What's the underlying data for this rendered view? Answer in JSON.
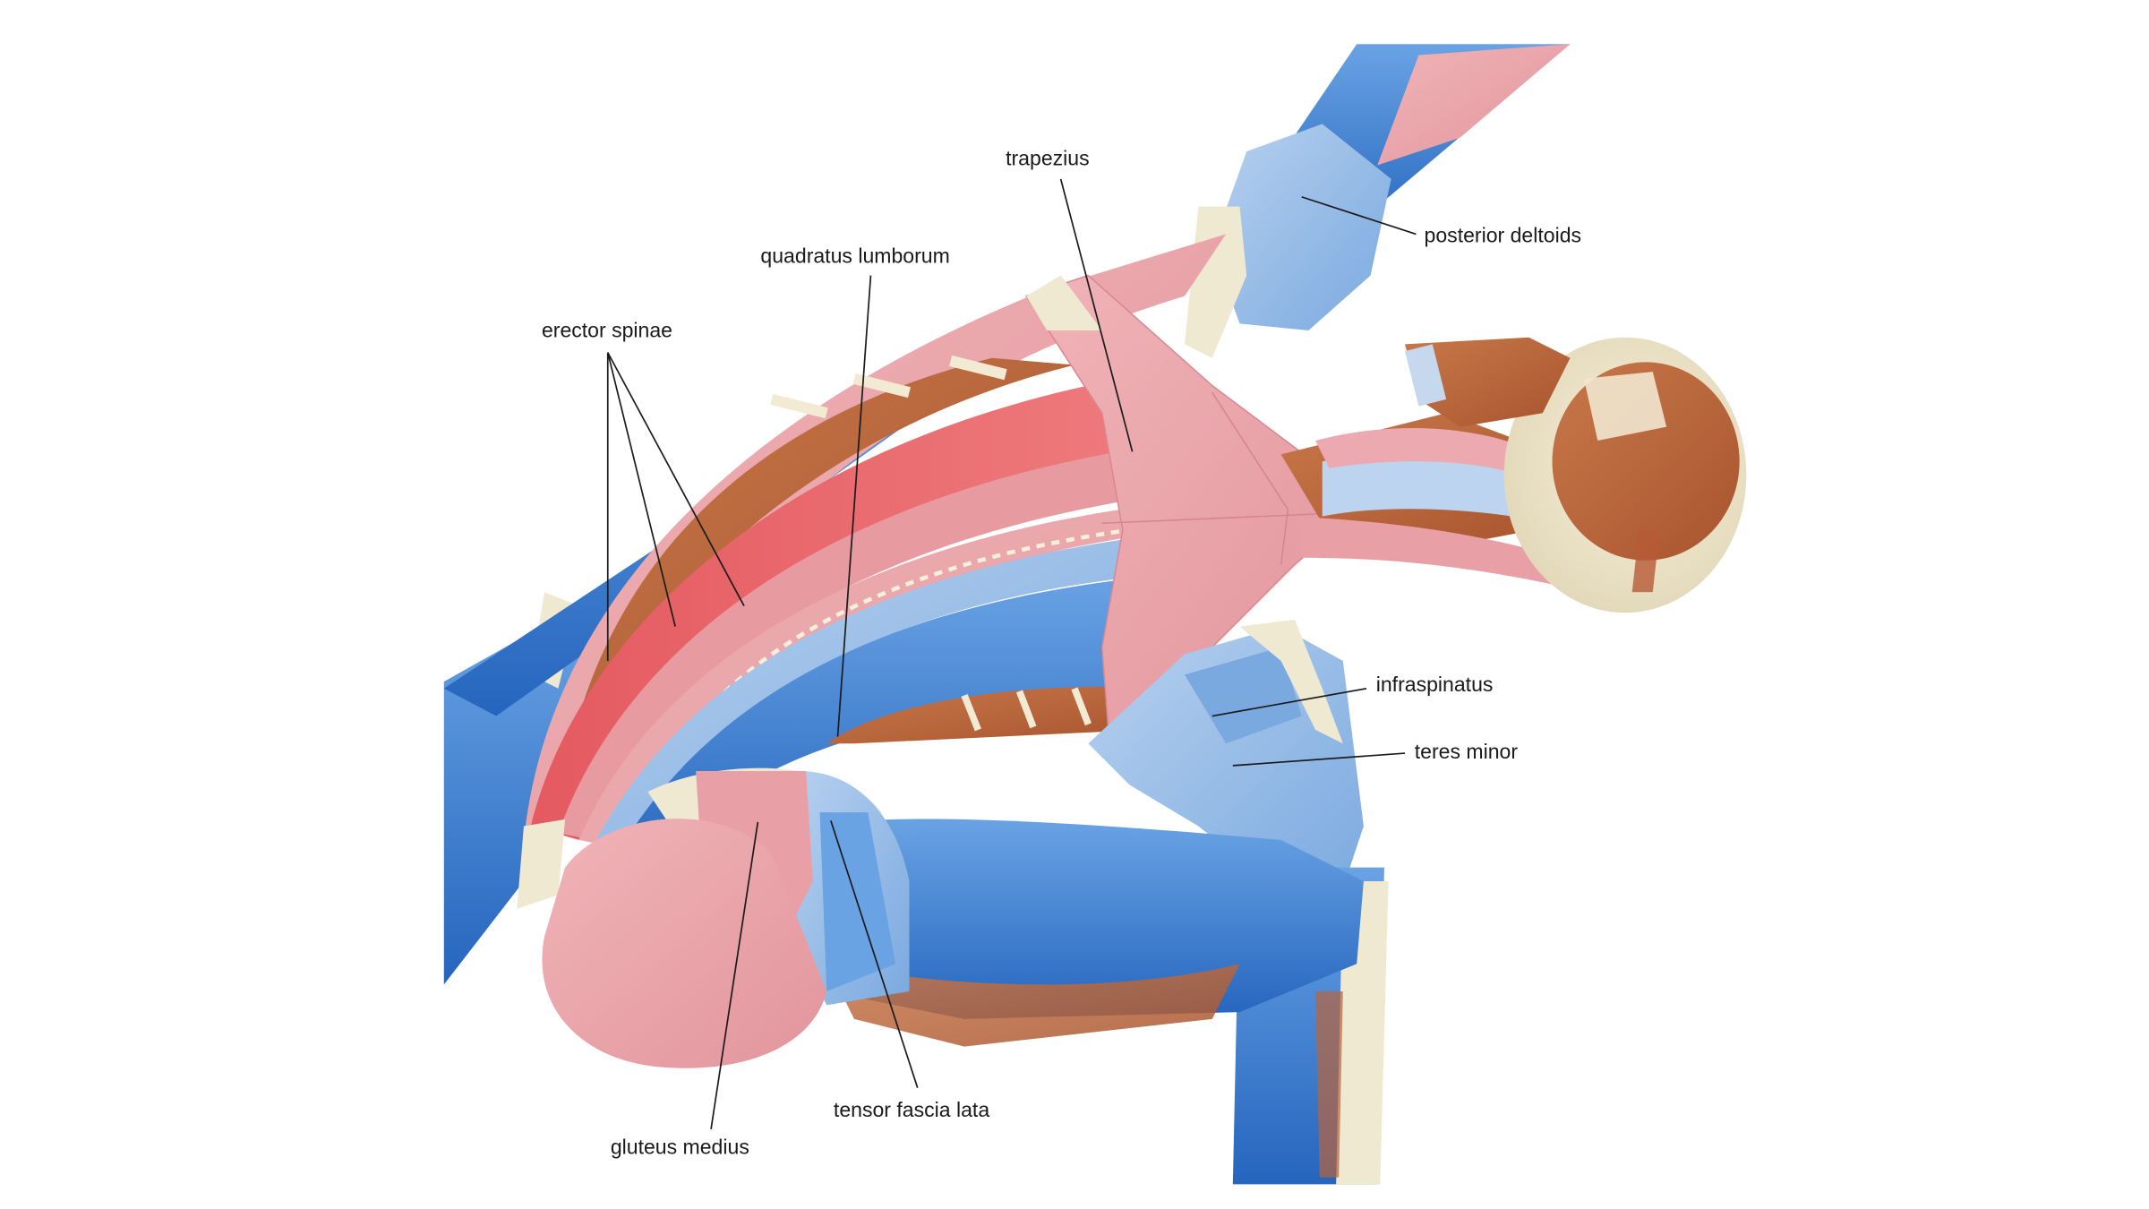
{
  "figure": {
    "type": "anatomical-illustration",
    "subject": "posterior muscles of a figure in a deep forward-bending twisted pose (back view)",
    "background": "#ffffff",
    "colors": {
      "highlight_red": "#e8686c",
      "pink_muscle": "#e8a0a6",
      "blue_muscle_dark": "#2f72c8",
      "blue_muscle_light": "#8fb8e6",
      "bone_cream": "#efe9d2",
      "raw_muscle_brown": "#b9643c",
      "label_text": "#1a1a1a"
    }
  },
  "labels": [
    {
      "id": "trapezius",
      "text": "trapezius"
    },
    {
      "id": "posterior-deltoids",
      "text": "posterior deltoids"
    },
    {
      "id": "quadratus-lumborum",
      "text": "quadratus lumborum"
    },
    {
      "id": "erector-spinae",
      "text": "erector spinae"
    },
    {
      "id": "infraspinatus",
      "text": "infraspinatus"
    },
    {
      "id": "teres-minor",
      "text": "teres minor"
    },
    {
      "id": "tensor-fascia-lata",
      "text": "tensor fascia lata"
    },
    {
      "id": "gluteus-medius",
      "text": "gluteus medius"
    }
  ]
}
